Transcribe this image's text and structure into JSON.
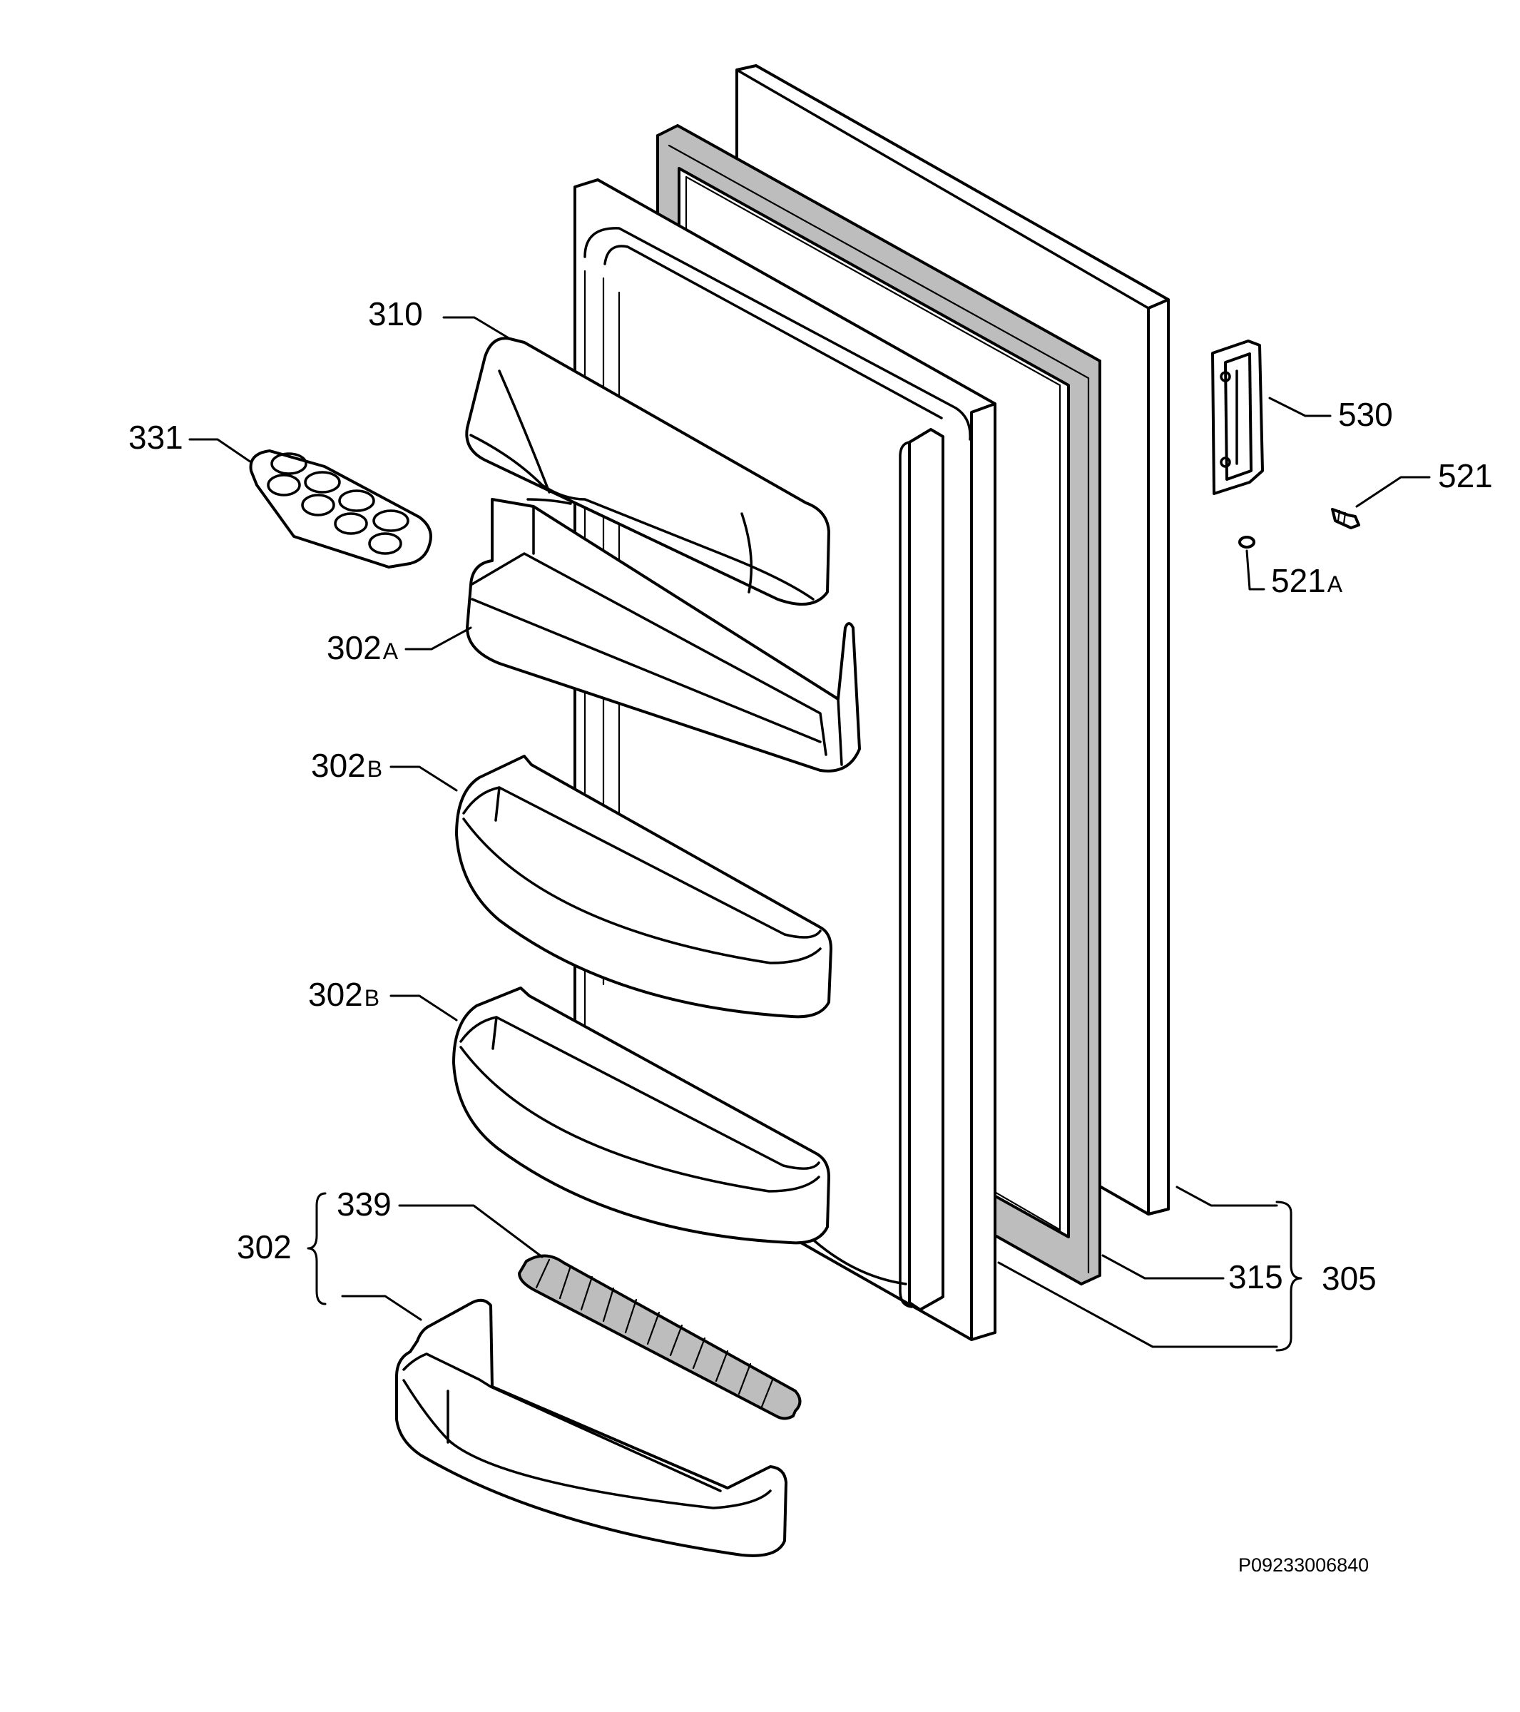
{
  "callouts": {
    "c310": {
      "num": "310",
      "suffix": ""
    },
    "c331": {
      "num": "331",
      "suffix": ""
    },
    "c302a": {
      "num": "302",
      "suffix": "A"
    },
    "c302b_upper": {
      "num": "302",
      "suffix": "B"
    },
    "c302b_lower": {
      "num": "302",
      "suffix": "B"
    },
    "c339": {
      "num": "339",
      "suffix": ""
    },
    "c302": {
      "num": "302",
      "suffix": ""
    },
    "c530": {
      "num": "530",
      "suffix": ""
    },
    "c521": {
      "num": "521",
      "suffix": ""
    },
    "c521a": {
      "num": "521",
      "suffix": "A"
    },
    "c315": {
      "num": "315",
      "suffix": ""
    },
    "c305": {
      "num": "305",
      "suffix": ""
    }
  },
  "reference_code": "P09233006840"
}
